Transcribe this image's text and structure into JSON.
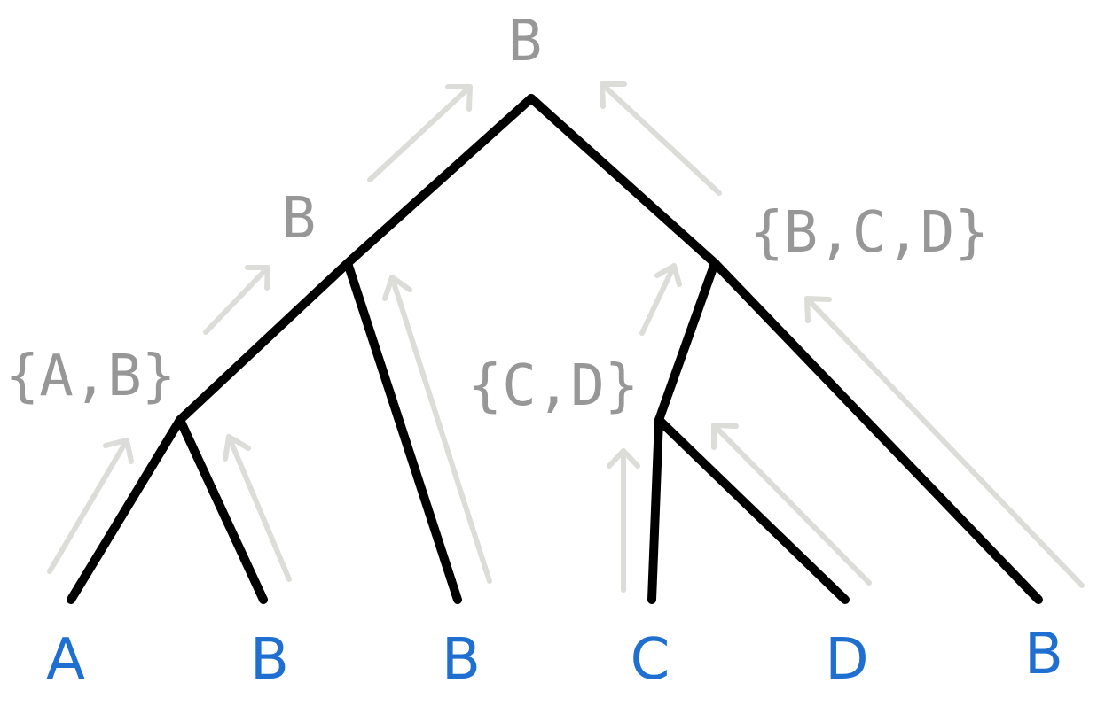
{
  "colors": {
    "branch": "#000000",
    "arrow": "#dcdcd8",
    "leaf_label": "#1f6fd1",
    "state_label": "#979797",
    "background": "#ffffff"
  },
  "leaves": [
    "A",
    "B",
    "B",
    "C",
    "D",
    "B"
  ],
  "internal_states": {
    "root": "B",
    "left_upper": "B",
    "left_lower": "{A,B}",
    "right_upper": "{B,C,D}",
    "right_lower": "{C,D}"
  }
}
